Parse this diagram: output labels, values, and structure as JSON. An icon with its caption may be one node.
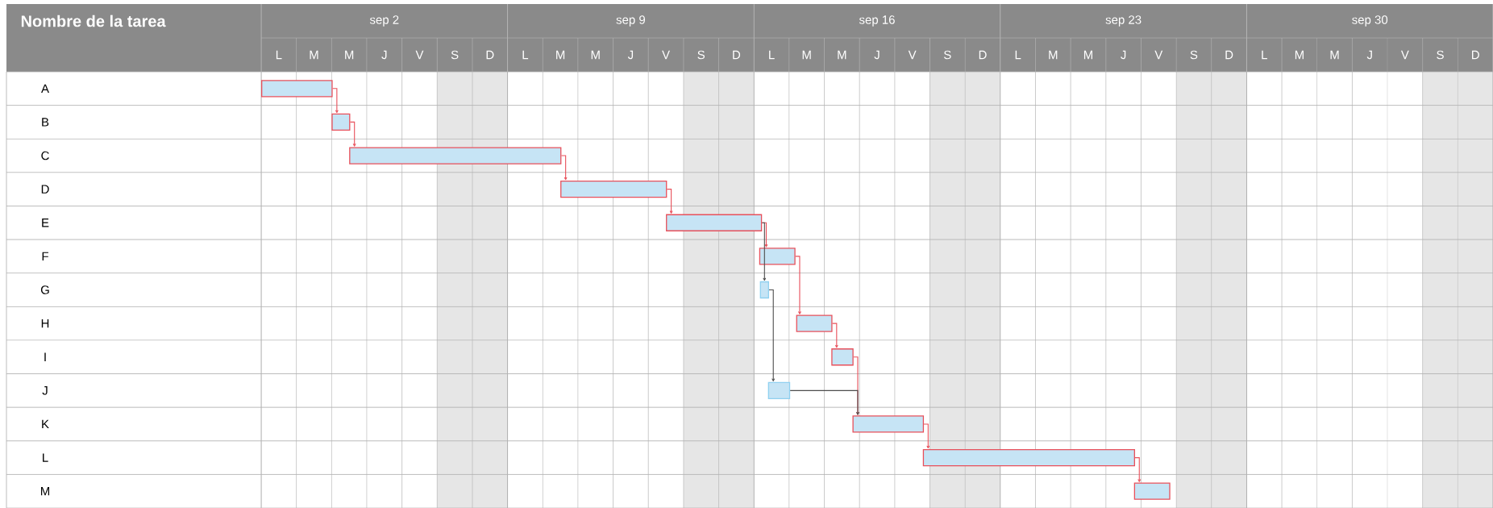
{
  "diagram": {
    "nodes": [
      {
        "text": [],
        "shape": "bar"
      },
      {
        "text": [],
        "shape": "bar"
      },
      {
        "text": [],
        "shape": "bar"
      },
      {
        "text": [],
        "shape": "bar"
      },
      {
        "text": [],
        "shape": "bar"
      },
      {
        "text": [],
        "shape": "bar"
      },
      {
        "text": [],
        "shape": "bar"
      },
      {
        "text": [],
        "shape": "bar"
      },
      {
        "text": [],
        "shape": "bar"
      },
      {
        "text": [],
        "shape": "bar"
      },
      {
        "text": [],
        "shape": "bar"
      },
      {
        "text": [],
        "shape": "bar"
      },
      {
        "text": [],
        "shape": "bar"
      }
    ],
    "edges": [
      {
        "from": 0,
        "to": 1,
        "arrow": "to"
      },
      {
        "from": 1,
        "to": 2,
        "arrow": "to"
      },
      {
        "from": 2,
        "to": 3,
        "arrow": "to"
      },
      {
        "from": 3,
        "to": 4,
        "arrow": "to"
      },
      {
        "from": 4,
        "to": 5,
        "arrow": "to"
      },
      {
        "from": 4,
        "to": 6,
        "arrow": "to",
        "color": "#4d4d4d"
      },
      {
        "from": 5,
        "to": 7,
        "arrow": "to"
      },
      {
        "from": 6,
        "to": 9,
        "arrow": "to",
        "color": "#4d4d4d"
      },
      {
        "from": 7,
        "to": 8,
        "arrow": "to"
      },
      {
        "from": 8,
        "to": 10,
        "arrow": "to"
      },
      {
        "from": 9,
        "to": 10,
        "arrow": "to",
        "color": "#4d4d4d"
      },
      {
        "from": 10,
        "to": 11,
        "arrow": "to"
      },
      {
        "from": 11,
        "to": 12,
        "arrow": "to"
      }
    ],
    "labels": [
      "Nombre de la tarea",
      "sep 2",
      "sep 9",
      "sep 16",
      "sep 23",
      "sep 30",
      "L",
      "M",
      "M",
      "J",
      "V",
      "S",
      "D",
      "L",
      "M",
      "M",
      "J",
      "V",
      "S",
      "D",
      "L",
      "M",
      "M",
      "J",
      "V",
      "S",
      "D",
      "L",
      "M",
      "M",
      "J",
      "V",
      "S",
      "D",
      "L",
      "M",
      "M",
      "J",
      "V",
      "S",
      "D",
      "A",
      "B",
      "C",
      "D",
      "E",
      "F",
      "G",
      "H",
      "I",
      "J",
      "K",
      "L",
      "M"
    ]
  }
}
